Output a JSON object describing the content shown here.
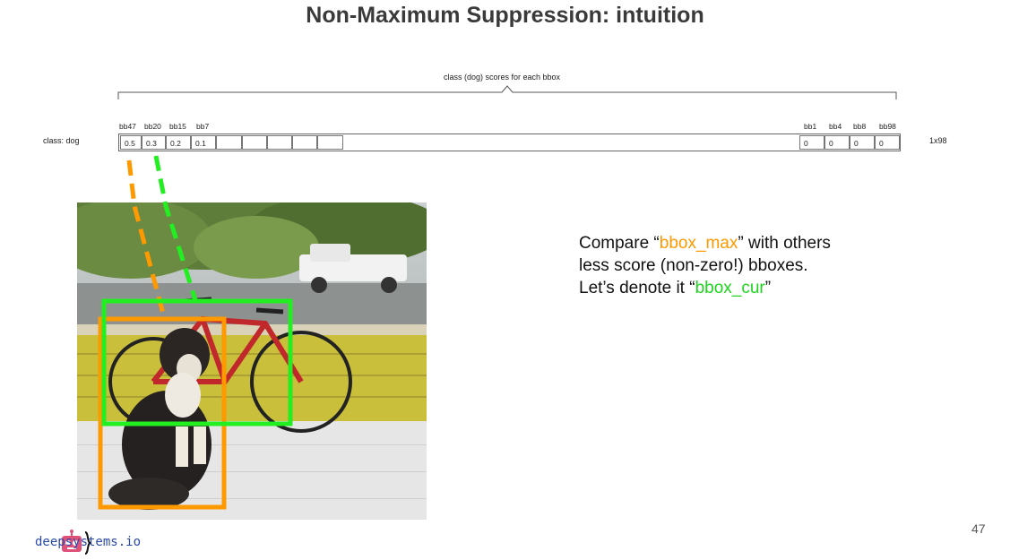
{
  "slide": {
    "title": "Non-Maximum Suppression: intuition",
    "page_number": "47"
  },
  "score_vector": {
    "brace_label": "class (dog) scores for each bbox",
    "row_label": "class: dog",
    "size_label": "1x98",
    "left_headers": [
      "bb47",
      "bb20",
      "bb15",
      "bb7"
    ],
    "left_values": [
      "0.5",
      "0.3",
      "0.2",
      "0.1"
    ],
    "right_headers": [
      "bb1",
      "bb4",
      "bb8",
      "bb98"
    ],
    "right_values": [
      "0",
      "0",
      "0",
      "0"
    ]
  },
  "description": {
    "part1": "Compare “",
    "max_term": "bbox_max",
    "part2": "” with others less score (non-zero!) bboxes. Let’s denote it “",
    "cur_term": "bbox_cur",
    "part3": "”"
  },
  "colors": {
    "bbox_max": "#ff9900",
    "bbox_cur": "#22ee22"
  },
  "logo": {
    "text": "deepsystems.io",
    "icon": "robot-icon"
  }
}
